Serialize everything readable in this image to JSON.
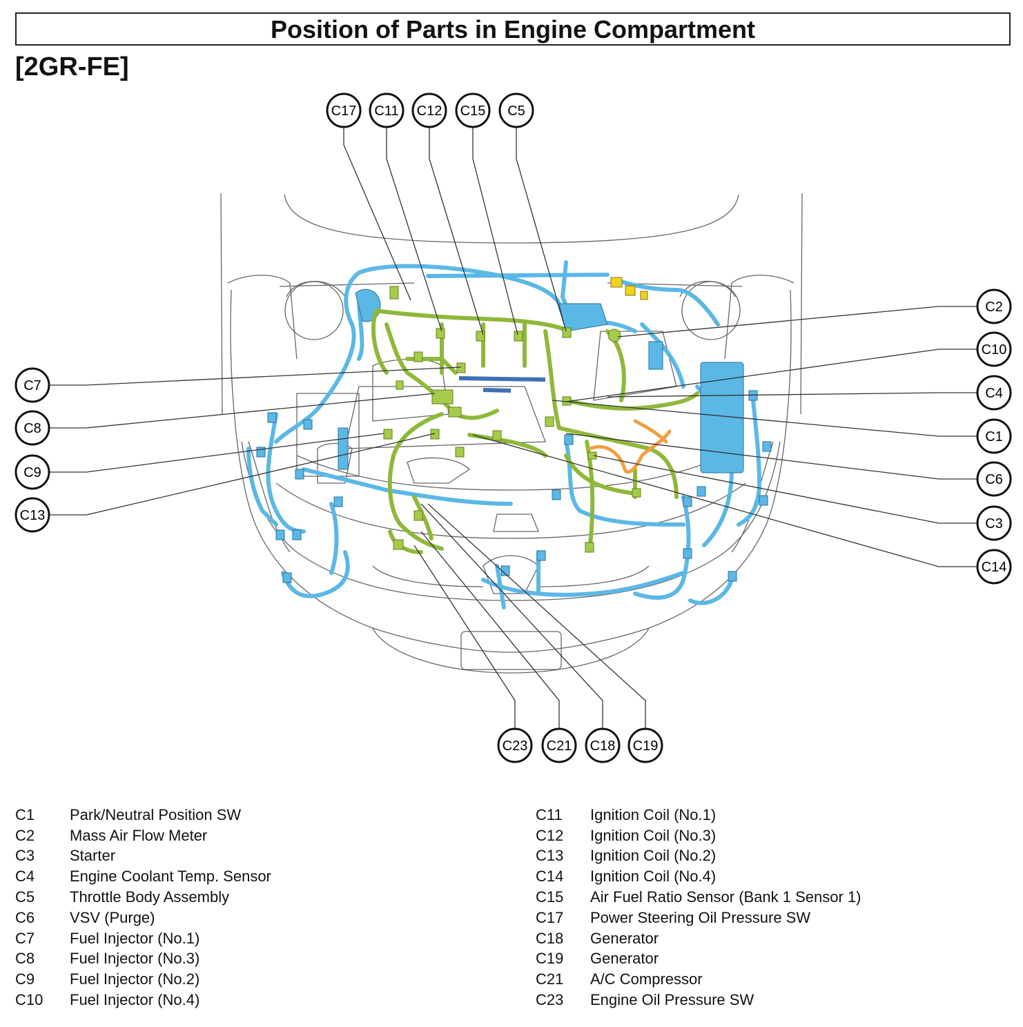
{
  "title": "Position of Parts in Engine Compartment",
  "subtitle": "[2GR-FE]",
  "colors": {
    "harness_blue": "#5bb8e6",
    "harness_green": "#8fb83a",
    "harness_orange": "#f0a040",
    "harness_yellow": "#f2d21f",
    "connector_dark": "#3f6fb5",
    "outline": "#555555"
  },
  "callouts": {
    "C17": "C17",
    "C11": "C11",
    "C12": "C12",
    "C15": "C15",
    "C5": "C5",
    "C2": "C2",
    "C10": "C10",
    "C4": "C4",
    "C1": "C1",
    "C6": "C6",
    "C3": "C3",
    "C14": "C14",
    "C7": "C7",
    "C8": "C8",
    "C9": "C9",
    "C13": "C13",
    "C23": "C23",
    "C21": "C21",
    "C18": "C18",
    "C19": "C19"
  },
  "legend_left": [
    {
      "code": "C1",
      "name": "Park/Neutral Position SW"
    },
    {
      "code": "C2",
      "name": "Mass Air Flow Meter"
    },
    {
      "code": "C3",
      "name": "Starter"
    },
    {
      "code": "C4",
      "name": "Engine Coolant Temp. Sensor"
    },
    {
      "code": "C5",
      "name": "Throttle Body Assembly"
    },
    {
      "code": "C6",
      "name": "VSV (Purge)"
    },
    {
      "code": "C7",
      "name": "Fuel Injector (No.1)"
    },
    {
      "code": "C8",
      "name": "Fuel Injector (No.3)"
    },
    {
      "code": "C9",
      "name": "Fuel Injector (No.2)"
    },
    {
      "code": "C10",
      "name": "Fuel Injector (No.4)"
    }
  ],
  "legend_right": [
    {
      "code": "C11",
      "name": "Ignition Coil (No.1)"
    },
    {
      "code": "C12",
      "name": "Ignition Coil (No.3)"
    },
    {
      "code": "C13",
      "name": "Ignition Coil (No.2)"
    },
    {
      "code": "C14",
      "name": "Ignition Coil (No.4)"
    },
    {
      "code": "C15",
      "name": "Air Fuel Ratio Sensor (Bank 1 Sensor 1)"
    },
    {
      "code": "C17",
      "name": "Power Steering Oil Pressure SW"
    },
    {
      "code": "C18",
      "name": "Generator"
    },
    {
      "code": "C19",
      "name": "Generator"
    },
    {
      "code": "C21",
      "name": "A/C Compressor"
    },
    {
      "code": "C23",
      "name": "Engine Oil Pressure SW"
    }
  ]
}
